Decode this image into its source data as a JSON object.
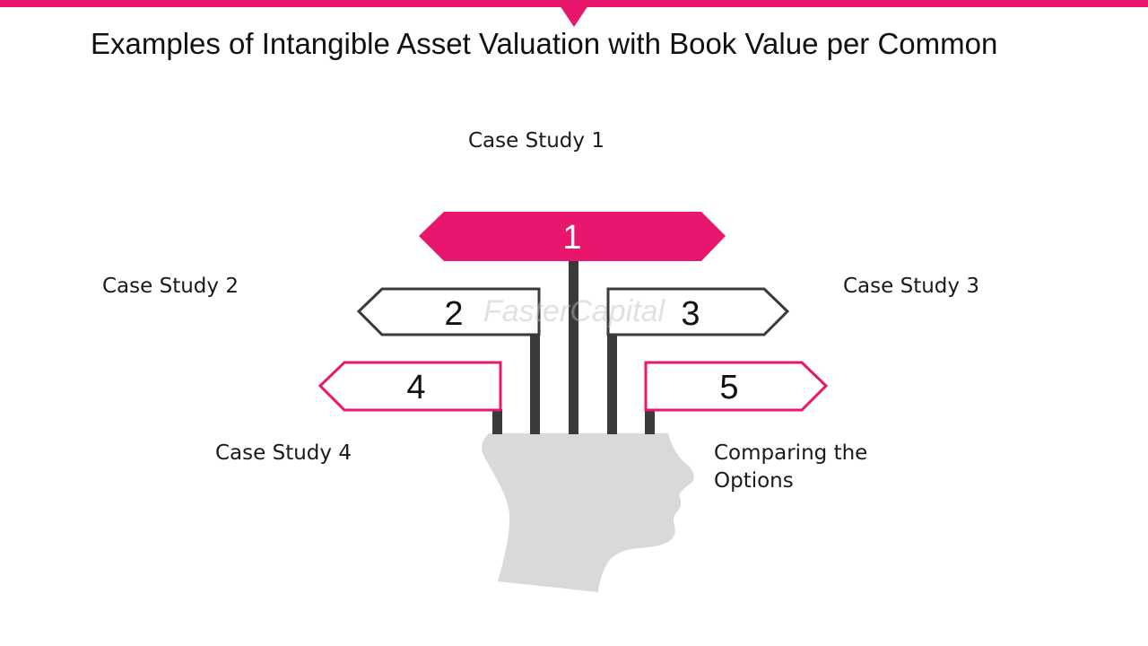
{
  "title": "Examples of Intangible Asset Valuation with Book Value per Common",
  "colors": {
    "accent": "#e8166d",
    "dark": "#3a3a3a",
    "head": "#d9d9d9"
  },
  "signs": [
    {
      "number": "1",
      "label": "Case Study 1",
      "style": "filled-accent",
      "direction": "both"
    },
    {
      "number": "2",
      "label": "Case Study 2",
      "style": "outline-dark",
      "direction": "left"
    },
    {
      "number": "3",
      "label": "Case Study 3",
      "style": "outline-dark",
      "direction": "right"
    },
    {
      "number": "4",
      "label": "Case Study 4",
      "style": "outline-accent",
      "direction": "left"
    },
    {
      "number": "5",
      "label_lines": [
        "Comparing the",
        "Options"
      ],
      "style": "outline-accent",
      "direction": "right"
    }
  ],
  "watermark": "FasterCapital",
  "icons": [
    "head-silhouette-icon",
    "signpost-icon"
  ]
}
